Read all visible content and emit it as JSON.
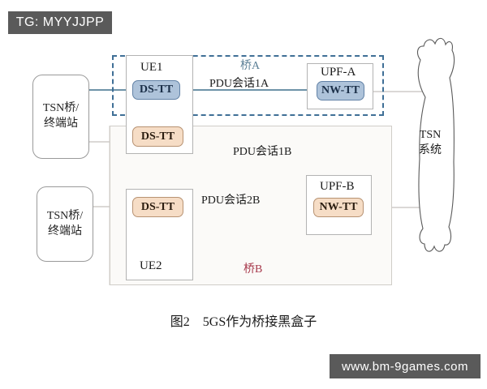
{
  "watermarks": {
    "tag": "TG: MYYJJPP",
    "site": "www.bm-9games.com"
  },
  "figure": {
    "caption": "图2    5GS作为桥接黑盒子"
  },
  "colors": {
    "bridge_a_dash": "#3f6f96",
    "bridge_a_label": "#5b7f96",
    "bridge_b_label": "#a7394c",
    "pdu_1a_line": "#6e93a8",
    "pdu_b_line": "#8e2330",
    "tt_blue_fill": "#aec3da",
    "tt_tan_fill": "#f6ddc6",
    "thin_line": "#b7b2ad",
    "watermark_bg": "#5a5a5a"
  },
  "endpoints": [
    {
      "id": "tsn-endpoint-top",
      "line1": "TSN桥/",
      "line2": "终端站"
    },
    {
      "id": "tsn-endpoint-bottom",
      "line1": "TSN桥/",
      "line2": "终端站"
    }
  ],
  "cloud": {
    "name": "tsn-system-cloud",
    "line1": "TSN",
    "line2": "系统"
  },
  "bridges": {
    "a": {
      "label": "桥A"
    },
    "b": {
      "label": "桥B"
    }
  },
  "ue": [
    {
      "id": "ue1",
      "caption": "UE1",
      "tt_top": "DS-TT",
      "tt_bottom": "DS-TT"
    },
    {
      "id": "ue2",
      "caption": "UE2",
      "tt": "DS-TT"
    }
  ],
  "upf": [
    {
      "id": "upf-a",
      "caption": "UPF-A",
      "tt": "NW-TT"
    },
    {
      "id": "upf-b",
      "caption": "UPF-B",
      "tt": "NW-TT"
    }
  ],
  "sessions": [
    {
      "id": "pdu-1a",
      "label": "PDU会话1A"
    },
    {
      "id": "pdu-1b",
      "label": "PDU会话1B"
    },
    {
      "id": "pdu-2b",
      "label": "PDU会话2B"
    }
  ]
}
